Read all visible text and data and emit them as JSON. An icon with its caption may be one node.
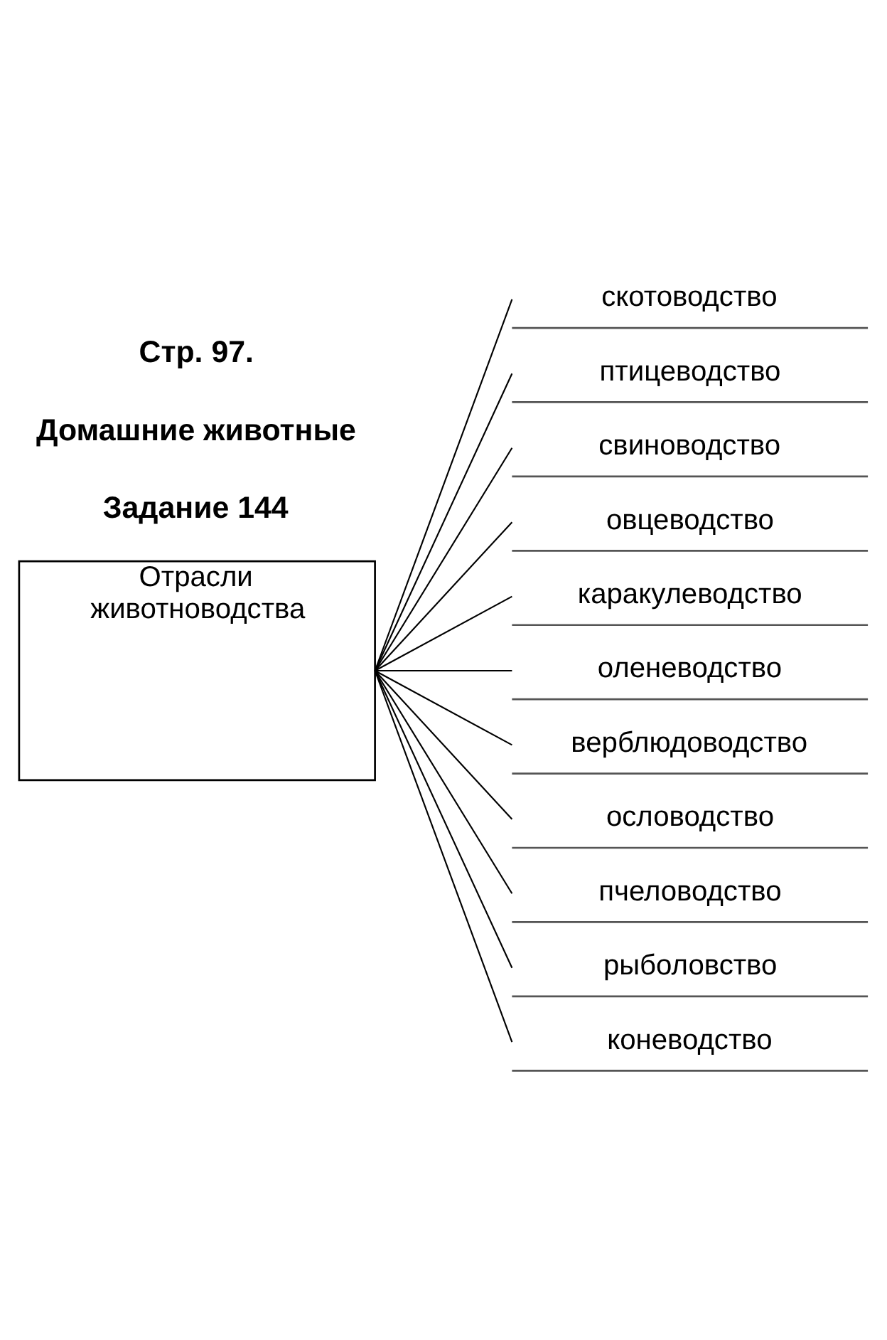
{
  "diagram": {
    "nodes": [
      {
        "text": [
          "Отрасли животноводства"
        ]
      },
      {
        "text": [
          "скотоводство"
        ]
      },
      {
        "text": [
          "птицеводство"
        ]
      },
      {
        "text": [
          "свиноводство"
        ]
      },
      {
        "text": [
          "овцеводство"
        ]
      },
      {
        "text": [
          "каракулеводство"
        ]
      },
      {
        "text": [
          "оленеводство"
        ]
      },
      {
        "text": [
          "верблюдоводство"
        ]
      },
      {
        "text": [
          "ословодство"
        ]
      },
      {
        "text": [
          "пчеловодство"
        ]
      },
      {
        "text": [
          "рыболовство"
        ]
      },
      {
        "text": [
          "коневодство"
        ]
      }
    ],
    "edges": [
      {
        "from": 0,
        "to": 1,
        "arrow": "none"
      },
      {
        "from": 0,
        "to": 2,
        "arrow": "none"
      },
      {
        "from": 0,
        "to": 3,
        "arrow": "none"
      },
      {
        "from": 0,
        "to": 4,
        "arrow": "none"
      },
      {
        "from": 0,
        "to": 5,
        "arrow": "none"
      },
      {
        "from": 0,
        "to": 6,
        "arrow": "none"
      },
      {
        "from": 0,
        "to": 7,
        "arrow": "none"
      },
      {
        "from": 0,
        "to": 8,
        "arrow": "none"
      },
      {
        "from": 0,
        "to": 9,
        "arrow": "none"
      },
      {
        "from": 0,
        "to": 10,
        "arrow": "none"
      },
      {
        "from": 0,
        "to": 11,
        "arrow": "none"
      }
    ],
    "labels": [
      "Стр. 97.",
      "Домашние животные",
      "Задание 144"
    ]
  }
}
